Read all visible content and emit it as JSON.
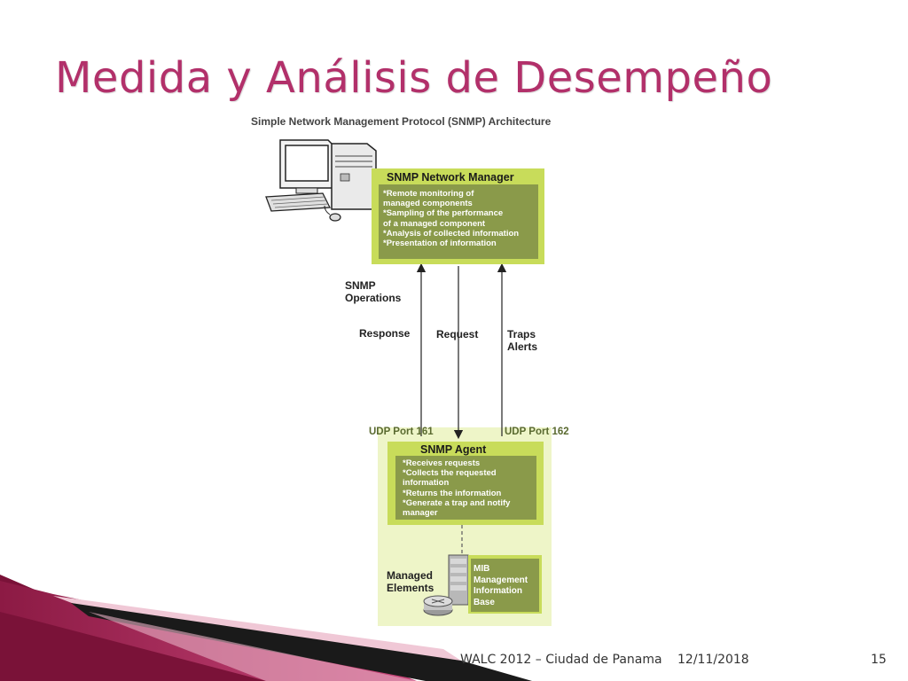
{
  "slide": {
    "title": "Medida y Análisis de Desempeño",
    "footer_event": "WALC 2012 – Ciudad de Panama",
    "footer_date": "12/11/2018",
    "page_number": "15"
  },
  "diagram": {
    "title": "Simple Network Management Protocol (SNMP) Architecture",
    "manager": {
      "heading": "SNMP Network Manager",
      "lines": [
        "*Remote monitoring of",
        "managed components",
        "*Sampling of the performance",
        "of a managed component",
        "*Analysis of collected information",
        "*Presentation of information"
      ]
    },
    "agent": {
      "heading": "SNMP Agent",
      "lines": [
        "*Receives requests",
        "*Collects the requested",
        "information",
        "*Returns the information",
        "*Generate a trap and notify",
        "manager"
      ]
    },
    "mib": {
      "lines": [
        "MIB",
        "Management",
        "Information",
        "Base"
      ]
    },
    "labels": {
      "snmp_operations_1": "SNMP",
      "snmp_operations_2": "Operations",
      "response": "Response",
      "request": "Request",
      "traps": "Traps",
      "alerts": "Alerts",
      "udp_161": "UDP Port 161",
      "udp_162": "UDP Port 162",
      "managed_1": "Managed",
      "managed_2": "Elements"
    }
  },
  "colors": {
    "title": "#b2306a",
    "box_outer": "#c8dc5a",
    "box_inner": "#8a9a4a",
    "agent_region": "#eef5c8",
    "accent_maroon": "#8c1a44"
  }
}
